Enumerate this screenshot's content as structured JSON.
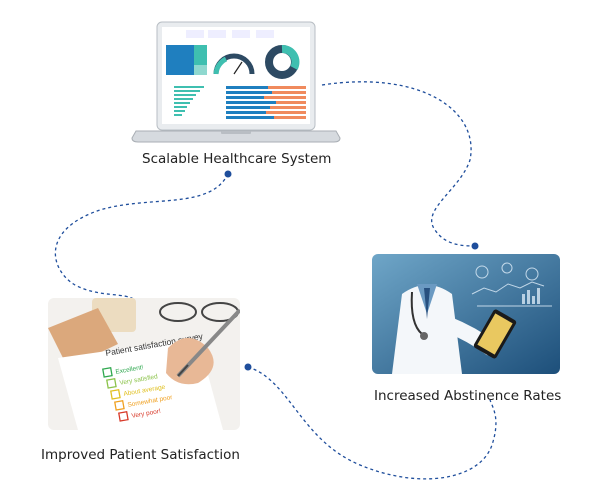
{
  "colors": {
    "connector": "#1f4e9c",
    "dashboard_teal": "#3fbfb0",
    "dashboard_blue": "#1f7fbf",
    "dashboard_orange": "#f08a5d",
    "dashboard_navy": "#2d4a63"
  },
  "nodes": [
    {
      "label": "Scalable Healthcare System",
      "image": "laptop-dashboard"
    },
    {
      "label": "Increased Abstinence Rates",
      "image": "doctor-tablet-photo"
    },
    {
      "label": "Improved Patient Satisfaction",
      "image": "satisfaction-survey-photo"
    }
  ],
  "survey": {
    "title": "Patient satisfaction survey",
    "options": [
      "Excellent!",
      "Very satisfied",
      "About average",
      "Somewhat poor",
      "Very poor!"
    ],
    "option_colors": [
      "#2fa84f",
      "#8bc34a",
      "#e0c020",
      "#f0a020",
      "#d83a2a"
    ]
  }
}
